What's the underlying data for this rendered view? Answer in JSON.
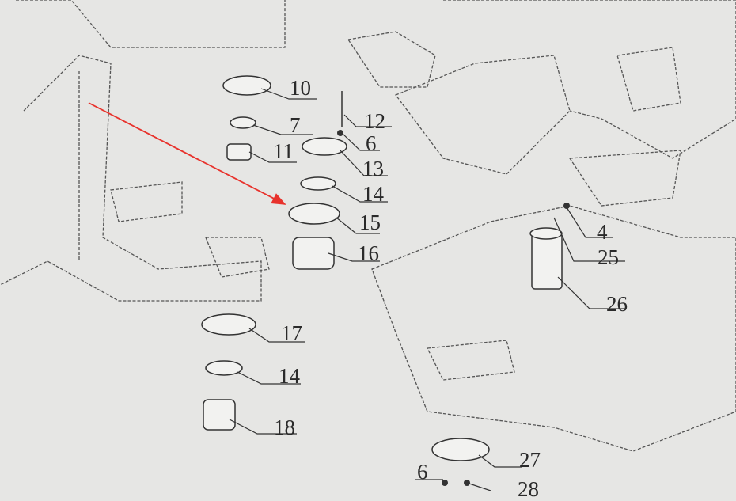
{
  "labels": {
    "l10": "10",
    "l7": "7",
    "l12": "12",
    "l6a": "6",
    "l11": "11",
    "l13": "13",
    "l14a": "14",
    "l15": "15",
    "l16": "16",
    "l4": "4",
    "l25": "25",
    "l26": "26",
    "l17": "17",
    "l14b": "14",
    "l18": "18",
    "l27": "27",
    "l6b": "6",
    "l28": "28"
  },
  "colors": {
    "paper": "#e6e6e4",
    "ink": "#3a3a3a",
    "arrow": "#e8322c"
  }
}
